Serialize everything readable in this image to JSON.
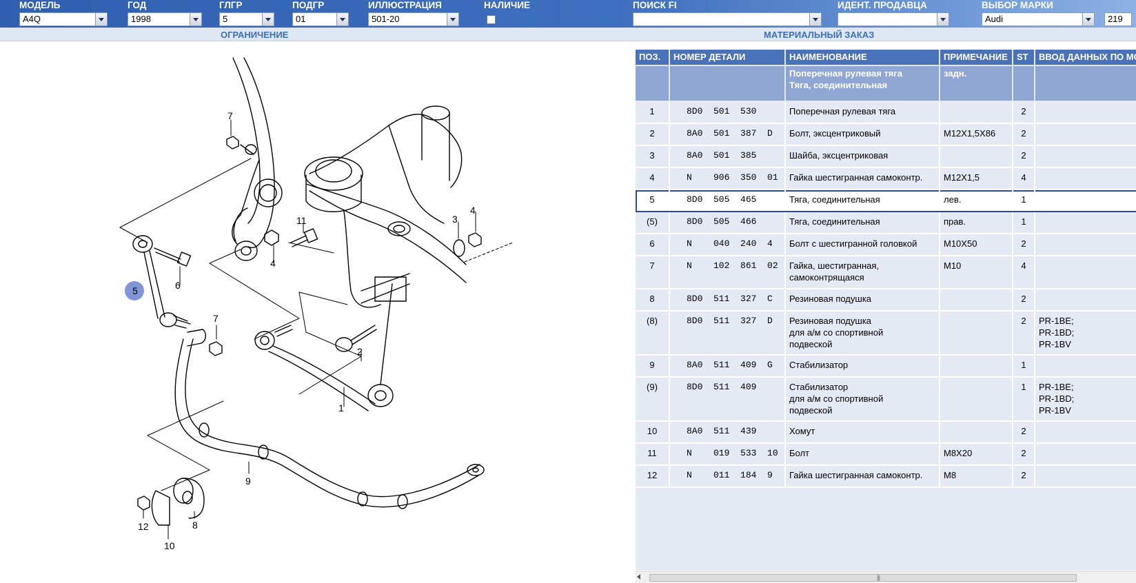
{
  "filters": {
    "model": {
      "label": "МОДЕЛЬ",
      "value": "A4Q"
    },
    "year": {
      "label": "ГОД",
      "value": "1998"
    },
    "main_group": {
      "label": "ГЛГР",
      "value": "5"
    },
    "sub_group": {
      "label": "ПОДГР",
      "value": "01"
    },
    "illustration": {
      "label": "ИЛЛЮСТРАЦИЯ",
      "value": "501-20"
    },
    "availability": {
      "label": "НАЛИЧИЕ"
    },
    "search_fi": {
      "label": "ПОИСК FI",
      "value": ""
    },
    "seller_id": {
      "label": "ИДЕНТ. ПРОДАВЦА",
      "value": ""
    },
    "brand": {
      "label": "ВЫБОР МАРКИ",
      "value": "Audi"
    },
    "extra_value": "219"
  },
  "subbar": {
    "left": "ОГРАНИЧЕНИЕ",
    "right": "МАТЕРИАЛЬНЫЙ ЗАКАЗ"
  },
  "diagram": {
    "callouts": [
      "7",
      "11",
      "4",
      "6",
      "5",
      "7",
      "3",
      "4",
      "2",
      "1",
      "9",
      "12",
      "8",
      "10"
    ]
  },
  "table": {
    "headers": [
      "ПОЗ.",
      "НОМЕР ДЕТАЛИ",
      "НАИМЕНОВАНИЕ",
      "ПРИМЕЧАНИЕ",
      "ST",
      "ВВОД ДАННЫХ ПО МО"
    ],
    "group": {
      "name": "Поперечная рулевая тяга\nТяга, соединительная",
      "note": "задн."
    },
    "rows": [
      {
        "pos": "1",
        "part": "8D0  501  530",
        "name": "Поперечная рулевая тяга",
        "note": "",
        "st": "2",
        "data": ""
      },
      {
        "pos": "2",
        "part": "8A0  501  387  D",
        "name": "Болт, эксцентриковый",
        "note": "M12X1,5X86",
        "st": "2",
        "data": ""
      },
      {
        "pos": "3",
        "part": "8A0  501  385",
        "name": "Шайба, эксцентриковая",
        "note": "",
        "st": "2",
        "data": ""
      },
      {
        "pos": "4",
        "part": "N    906  350  01",
        "name": "Гайка шестигранная самоконтр.",
        "note": "M12X1,5",
        "st": "4",
        "data": ""
      },
      {
        "pos": "5",
        "part": "8D0  505  465",
        "name": "Тяга, соединительная",
        "note": "лев.",
        "st": "1",
        "data": ""
      },
      {
        "pos": "(5)",
        "part": "8D0  505  466",
        "name": "Тяга, соединительная",
        "note": "прав.",
        "st": "1",
        "data": ""
      },
      {
        "pos": "6",
        "part": "N    040  240  4",
        "name": "Болт с шестигранной головкой",
        "note": "M10X50",
        "st": "2",
        "data": ""
      },
      {
        "pos": "7",
        "part": "N    102  861  02",
        "name": "Гайка, шестигранная,\nсамоконтрящаяся",
        "note": "M10",
        "st": "4",
        "data": ""
      },
      {
        "pos": "8",
        "part": "8D0  511  327  C",
        "name": "Резиновая подушка",
        "note": "",
        "st": "2",
        "data": ""
      },
      {
        "pos": "(8)",
        "part": "8D0  511  327  D",
        "name": "Резиновая подушка\nдля а/м со спортивной\nподвеской",
        "note": "",
        "st": "2",
        "data": "PR-1BE;\nPR-1BD;\nPR-1BV"
      },
      {
        "pos": "9",
        "part": "8A0  511  409  G",
        "name": "Стабилизатор",
        "note": "",
        "st": "1",
        "data": ""
      },
      {
        "pos": "(9)",
        "part": "8D0  511  409",
        "name": "Стабилизатор\nдля а/м со спортивной\nподвеской",
        "note": "",
        "st": "1",
        "data": "PR-1BE;\nPR-1BD;\nPR-1BV"
      },
      {
        "pos": "10",
        "part": "8A0  511  439",
        "name": "Хомут",
        "note": "",
        "st": "2",
        "data": ""
      },
      {
        "pos": "11",
        "part": "N    019  533  10",
        "name": "Болт",
        "note": "M8X20",
        "st": "2",
        "data": ""
      },
      {
        "pos": "12",
        "part": "N    011  184  9",
        "name": "Гайка шестигранная самоконтр.",
        "note": "M8",
        "st": "2",
        "data": ""
      }
    ]
  },
  "colors": {
    "header_blue": "#4a72b8",
    "group_blue": "#8fa5d4",
    "table_bg": "#e5e9f4",
    "selection": "#2e4a8c"
  }
}
